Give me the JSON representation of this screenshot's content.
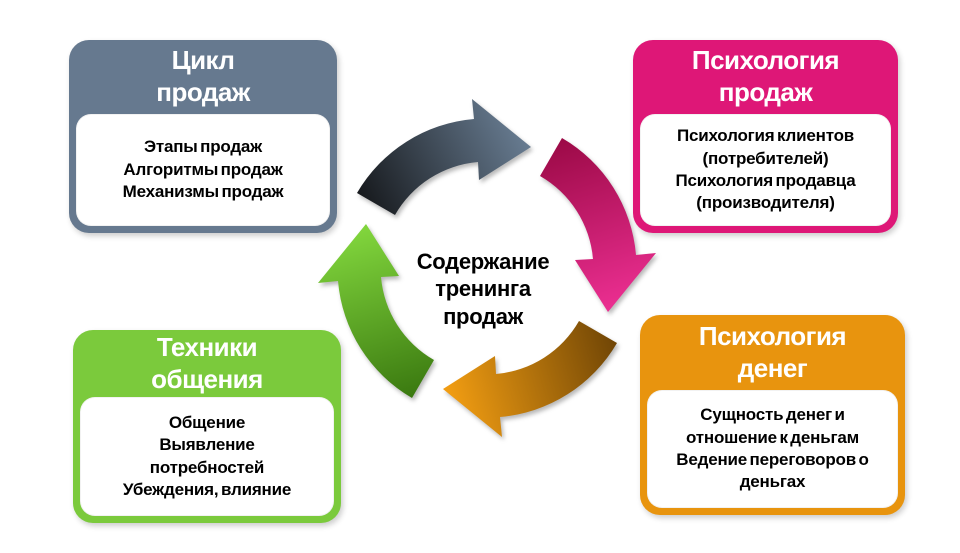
{
  "slide": {
    "background": "#ffffff"
  },
  "center_label": {
    "text": "Содержание\nтренинга\nпродаж"
  },
  "cards": {
    "sales_cycle": {
      "title": "Цикл\nпродаж",
      "body": "Этапы продаж\nАлгоритмы продаж\nМеханизмы продаж",
      "color": "#66798f"
    },
    "sales_psychology": {
      "title": "Психология\nпродаж",
      "body": "Психология клиентов\n(потребителей)\nПсихология продавца\n(производителя)",
      "color": "#de1777"
    },
    "communication_techniques": {
      "title": "Техники\nобщения",
      "body": "Общение\nВыявление\nпотребностей\nУбеждения, влияние",
      "color": "#7bca3c"
    },
    "money_psychology": {
      "title": "Психология\nденег",
      "body": "Сущность денег и\nотношение к деньгам\nВедение переговоров о\nденьгах",
      "color": "#e8940e"
    }
  },
  "cycle": {
    "arrows": [
      {
        "name": "top-slate-arrow",
        "color_tail": "#141619",
        "color_head": "#6b8096"
      },
      {
        "name": "right-pink-arrow",
        "color_tail": "#9c0a47",
        "color_head": "#ec2f92"
      },
      {
        "name": "bottom-orange-arrow",
        "color_tail": "#6e4405",
        "color_head": "#f09c12"
      },
      {
        "name": "left-green-arrow",
        "color_tail": "#39770f",
        "color_head": "#80d43c"
      }
    ]
  }
}
